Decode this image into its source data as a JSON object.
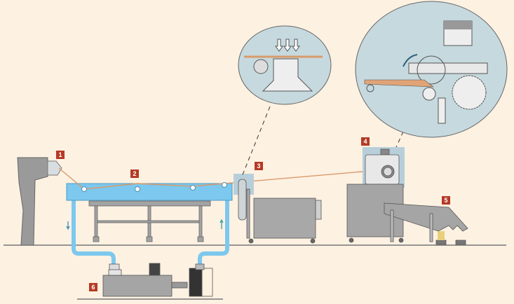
{
  "labels": {
    "extruder": "1",
    "water_bath": "2",
    "strand_dryer": "3",
    "pelletizer": "4",
    "classifier": "5",
    "water_circulation_unit": "6"
  },
  "colors": {
    "background": "#fdf1e2",
    "water": "#7cc8ee",
    "machine_gray": "#a8a8a8",
    "strand": "#e0a477",
    "detail_circle": "#c6d9de",
    "label": "#b53a26"
  }
}
